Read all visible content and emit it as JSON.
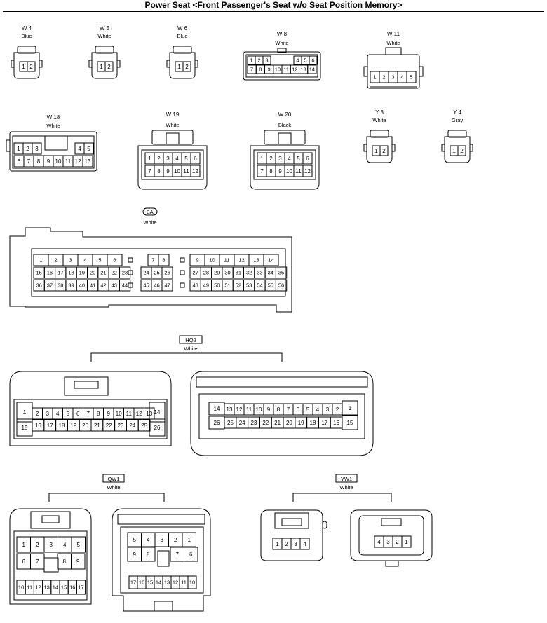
{
  "page": {
    "title": "Power Seat <Front Passenger's Seat w/o Seat Position Memory>"
  },
  "connectors": {
    "W4": {
      "name": "W 4",
      "color": "Blue",
      "pins": [
        "1",
        "2"
      ]
    },
    "W5": {
      "name": "W 5",
      "color": "White",
      "pins": [
        "1",
        "2"
      ]
    },
    "W6": {
      "name": "W 6",
      "color": "Blue",
      "pins": [
        "1",
        "2"
      ]
    },
    "W8": {
      "name": "W 8",
      "color": "White",
      "rows": [
        [
          "1",
          "2",
          "3",
          "",
          "",
          "",
          "4",
          "5",
          "6"
        ],
        [
          "7",
          "8",
          "9",
          "10",
          "11",
          "12",
          "13",
          "14"
        ]
      ]
    },
    "W11": {
      "name": "W 11",
      "color": "White",
      "pins": [
        "1",
        "2",
        "3",
        "4",
        "5"
      ]
    },
    "W18": {
      "name": "W 18",
      "color": "White",
      "rows": [
        [
          "1",
          "2",
          "3",
          "",
          "",
          "",
          "",
          "",
          "4",
          "5"
        ],
        [
          "6",
          "7",
          "8",
          "9",
          "10",
          "11",
          "12",
          "13"
        ]
      ]
    },
    "W19": {
      "name": "W 19",
      "color": "White",
      "rows": [
        [
          "1",
          "2",
          "3",
          "4",
          "5",
          "6"
        ],
        [
          "7",
          "8",
          "9",
          "10",
          "11",
          "12"
        ]
      ]
    },
    "W20": {
      "name": "W 20",
      "color": "Black",
      "rows": [
        [
          "1",
          "2",
          "3",
          "4",
          "5",
          "6"
        ],
        [
          "7",
          "8",
          "9",
          "10",
          "11",
          "12"
        ]
      ]
    },
    "Y3": {
      "name": "Y 3",
      "color": "White",
      "pins": [
        "1",
        "2"
      ]
    },
    "Y4": {
      "name": "Y 4",
      "color": "Gray",
      "pins": [
        "1",
        "2"
      ]
    },
    "3A": {
      "name": "3A",
      "color": "White",
      "group1": [
        [
          "1",
          "2",
          "3",
          "4",
          "5",
          "6"
        ],
        [
          "15",
          "16",
          "17",
          "18",
          "19",
          "20",
          "21",
          "22",
          "23"
        ],
        [
          "36",
          "37",
          "38",
          "39",
          "40",
          "41",
          "42",
          "43",
          "44"
        ]
      ],
      "group2": [
        [
          "7",
          "8"
        ],
        [
          "24",
          "25",
          "26"
        ],
        [
          "45",
          "46",
          "47"
        ]
      ],
      "group3": [
        [
          "9",
          "10",
          "11",
          "12",
          "13",
          "14"
        ],
        [
          "27",
          "28",
          "29",
          "30",
          "31",
          "32",
          "33",
          "34",
          "35"
        ],
        [
          "48",
          "49",
          "50",
          "51",
          "52",
          "53",
          "54",
          "55",
          "56"
        ]
      ]
    },
    "HQ2": {
      "name": "HQ2",
      "color": "White",
      "left": {
        "row1": [
          "1",
          "2",
          "3",
          "4",
          "5",
          "6",
          "7",
          "8",
          "9",
          "10",
          "11",
          "12",
          "13",
          "14"
        ],
        "row2": [
          "15",
          "16",
          "17",
          "18",
          "19",
          "20",
          "21",
          "22",
          "23",
          "24",
          "25",
          "26"
        ]
      },
      "right": {
        "row1": [
          "14",
          "13",
          "12",
          "11",
          "10",
          "9",
          "8",
          "7",
          "6",
          "5",
          "4",
          "3",
          "2",
          "1"
        ],
        "row2": [
          "26",
          "25",
          "24",
          "23",
          "22",
          "21",
          "20",
          "19",
          "18",
          "17",
          "16",
          "15"
        ]
      }
    },
    "QW1": {
      "name": "QW1",
      "color": "White",
      "left": [
        [
          "1",
          "2",
          "3",
          "4",
          "5"
        ],
        [
          "6",
          "7",
          "8",
          "9"
        ],
        [
          "10",
          "11",
          "12",
          "13",
          "14",
          "15",
          "16",
          "17"
        ]
      ],
      "right": [
        [
          "5",
          "4",
          "3",
          "2",
          "1"
        ],
        [
          "9",
          "8",
          "7",
          "6"
        ],
        [
          "17",
          "16",
          "15",
          "14",
          "13",
          "12",
          "11",
          "10"
        ]
      ]
    },
    "YW1": {
      "name": "YW1",
      "color": "White",
      "left": [
        "1",
        "2",
        "3",
        "4"
      ],
      "right": [
        "4",
        "3",
        "2",
        "1"
      ]
    }
  }
}
